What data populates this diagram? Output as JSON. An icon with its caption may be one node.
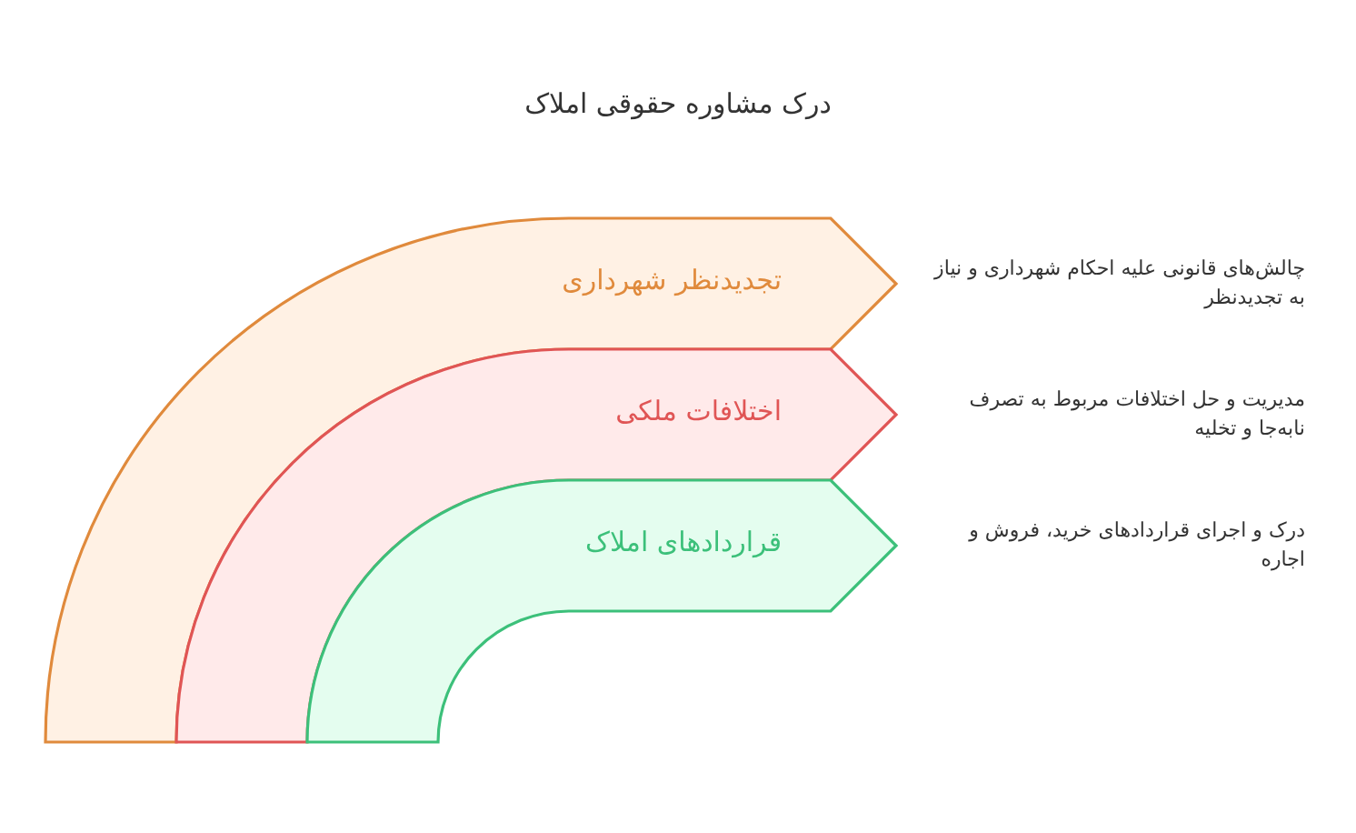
{
  "diagram": {
    "title": "درک مشاوره حقوقی املاک",
    "nodes": [
      {
        "text": [
          "تجدیدنظر شهرداری"
        ],
        "beside": [
          "چالش‌های قانونی علیه احکام شهرداری و نیاز به تجدیدنظر"
        ]
      },
      {
        "text": [
          "اختلافات ملکی"
        ],
        "beside": [
          "مدیریت و حل اختلافات مربوط به تصرف نابه‌جا و تخلیه"
        ]
      },
      {
        "text": [
          "قراردادهای املاک"
        ],
        "beside": [
          "درک و اجرای قراردادهای خرید، فروش و اجاره"
        ]
      }
    ]
  }
}
